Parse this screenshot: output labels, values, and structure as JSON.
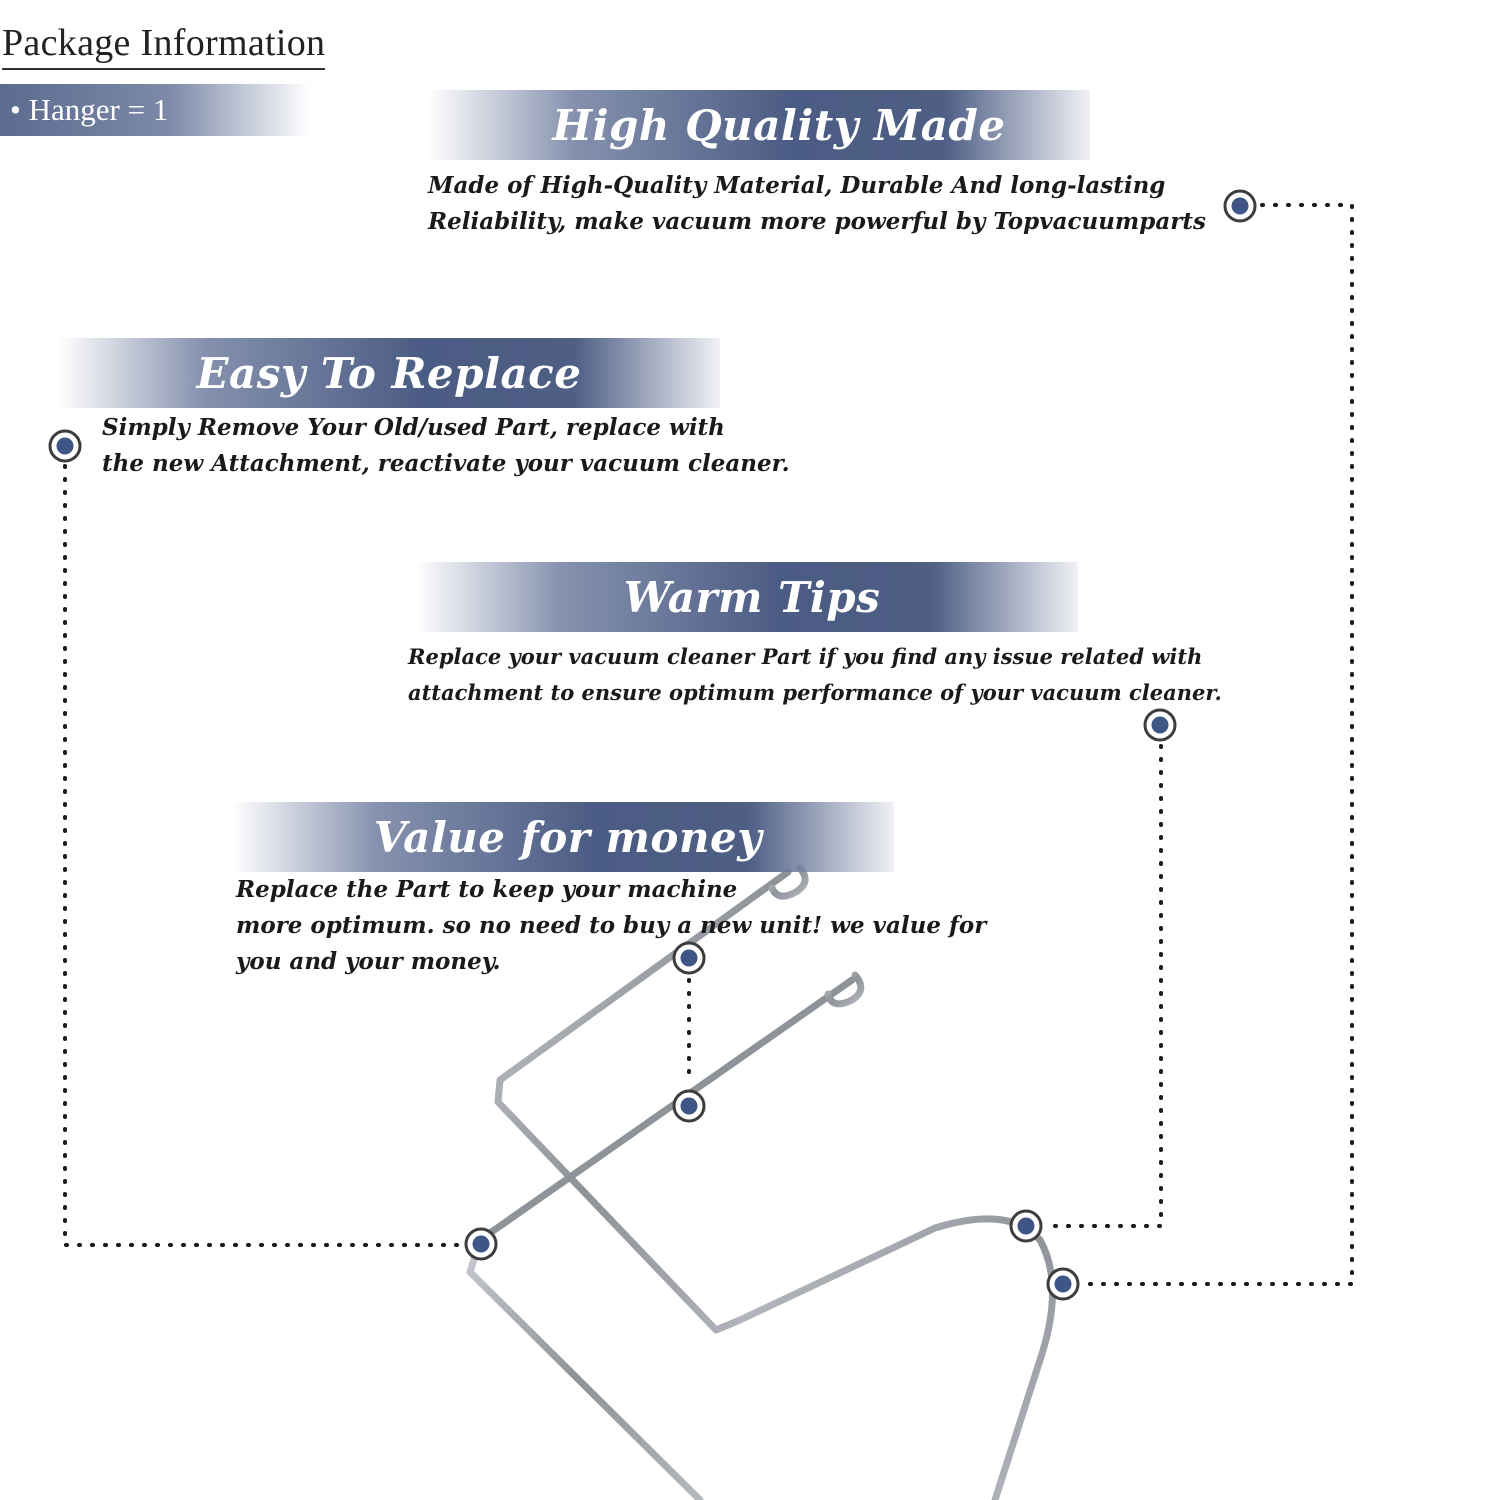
{
  "package": {
    "title": "Package Information",
    "item": "• Hanger = 1"
  },
  "features": [
    {
      "heading": "High Quality Made",
      "lines": [
        "Made of  High-Quality Material, Durable And long-lasting",
        "Reliability, make vacuum more powerful by Topvacuumparts"
      ]
    },
    {
      "heading": "Easy To Replace",
      "lines": [
        "Simply Remove Your Old/used Part, replace with",
        "the new Attachment, reactivate your vacuum cleaner."
      ]
    },
    {
      "heading": "Warm Tips",
      "lines": [
        "Replace your vacuum cleaner Part if you find any issue related with",
        " attachment to ensure optimum performance of your vacuum cleaner."
      ]
    },
    {
      "heading": "Value for money",
      "lines": [
        "Replace the Part to keep your machine",
        "more optimum. so no need to buy a new unit! we value for",
        "you and your money."
      ]
    }
  ],
  "colors": {
    "accent": "#4b5c84",
    "marker": "#3f5585",
    "wire": "#9a9ea6"
  },
  "icons": {
    "marker": "target-dot-icon",
    "product": "wire-hanger-icon"
  }
}
